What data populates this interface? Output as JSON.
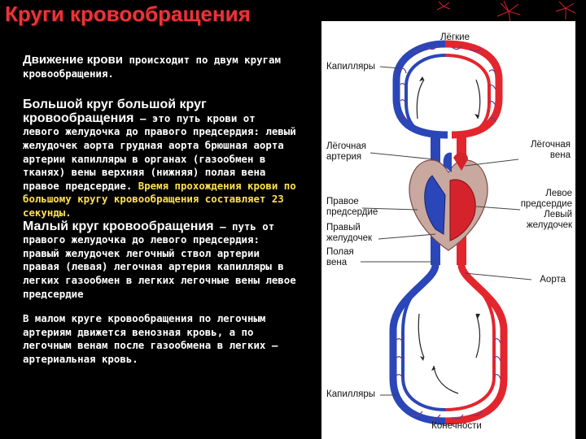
{
  "title": "Круги кровообращения",
  "intro": {
    "lead": "Движение крови",
    "rest": " происходит по двум кругам кровообращения."
  },
  "systemic": {
    "lead": "Большой круг большой круг кровообращения",
    "text": " – это путь крови от левого желудочка до правого предсердия: левый желудочек аорта грудная аорта брюшная аорта артерии капилляры в органах (газообмен в тканях) вены верхняя (нижняя) полая вена правое предсердие.",
    "time": " Время прохождения крови по большому кругу кровообращения составляет 23 секунды."
  },
  "pulmonary": {
    "lead": "Малый круг кровообращения",
    "text": " – путь от правого желудочка до левого предсердия: правый желудочек легочный ствол артерии правая (левая) легочная артерия капилляры в легких газообмен в легких легочные вены левое предсердие"
  },
  "note": "В малом круге кровообращения по легочным артериям движется венозная кровь, а по легочным венам после газообмена в легких – артериальная кровь.",
  "diagram": {
    "labels": {
      "lungs": "Лёгкие",
      "capillaries_top": "Капилляры",
      "pulmonary_artery": "Лёгочная артерия",
      "pulmonary_vein": "Лёгочная вена",
      "right_atrium": "Правое предсердие",
      "left_atrium_ventricle": "Левое предсердие Левый желудочек",
      "right_ventricle": "Правый желудочек",
      "vena_cava": "Полая вена",
      "aorta": "Аорта",
      "capillaries_bottom": "Капилляры",
      "limbs": "Конечности"
    },
    "colors": {
      "arterial": "#e3262e",
      "venous": "#2a46b8",
      "background": "#ffffff"
    }
  }
}
